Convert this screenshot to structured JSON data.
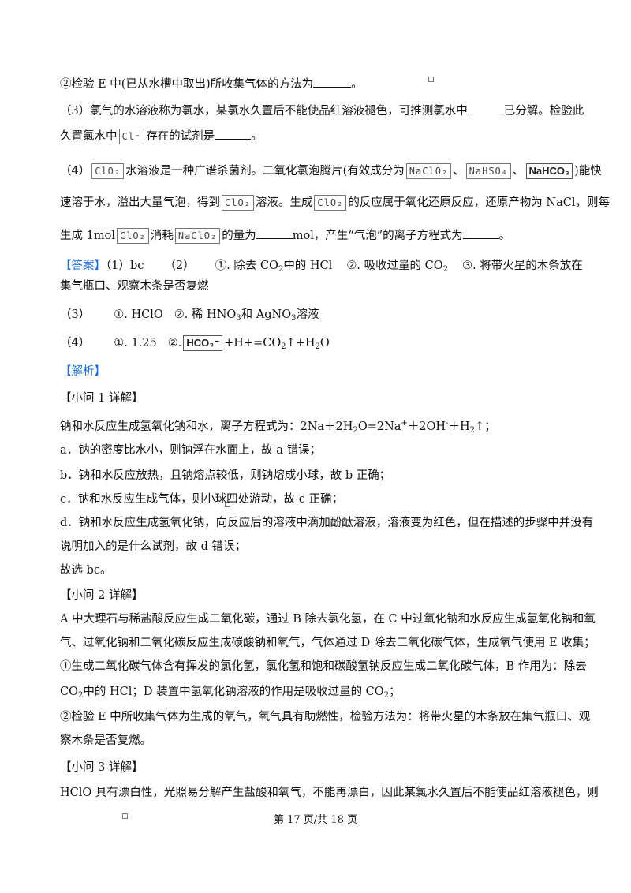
{
  "lines": {
    "l1": "②检验 E 中(已从水槽中取出)所收集气体的方法为",
    "l1_end": "。",
    "l2a": "（3）氯气的水溶液称为氯水，某氯水久置后不能使品红溶液褪色，可推测氯水中",
    "l2b": "已分解。检验此",
    "l3a": "久置氯水中",
    "l3b": "存在的试剂是",
    "l3c": "。",
    "l4a": "（4）",
    "l4b": "水溶液是一种广谱杀菌剂。二氧化氯泡腾片(有效成分为",
    "l4c": "、",
    "l4d": "、",
    "l4e": ")能快",
    "l5a": "速溶于水，溢出大量气泡，得到",
    "l5b": "溶液。生成",
    "l5c": "的反应属于氧化还原反应，还原产物为 NaCl，则每",
    "l6a": "生成 1mol",
    "l6b": "消耗",
    "l6c": "的量为",
    "l6d": "mol，产生“气泡”的离子方程式为",
    "l6e": "。"
  },
  "chem": {
    "cl_ion": "Cl⁻",
    "clo2": "ClO₂",
    "naclo2": "NaClO₂",
    "nahso4": "NaHSO₄",
    "nahco3": "NaHCO₃",
    "hco3": "HCO₃⁻"
  },
  "answer": {
    "label": "【答案】",
    "a1": "（1）bc",
    "a2": "（2）",
    "a2_1": "①. 除去 CO",
    "a2_1b": "中的 HCl",
    "a2_2": "②. 吸收过量的 CO",
    "a2_3": "③. 将带火星的木条放在",
    "a2_cont": "集气瓶口、观察木条是否复燃",
    "a3": "（3）",
    "a3_1": "①. HClO",
    "a3_2": "②. 稀 HNO",
    "a3_2b": "和 AgNO",
    "a3_2c": "溶液",
    "a4": "（4）",
    "a4_1": "①. 1.25",
    "a4_2": "②.",
    "a4_eq": "+H+=CO",
    "a4_eq2": "↑+H",
    "a4_eq3": "O"
  },
  "analysis": {
    "label": "【解析】",
    "q1_title": "【小问 1 详解】",
    "q1_eq": "钠和水反应生成氢氧化钠和水，离子方程式为：2Na＋2H",
    "q1_eq2": "O=2Na",
    "q1_eq3": "＋2OH",
    "q1_eq4": "＋H",
    "q1_eq5": "↑；",
    "q1_a": "a．钠的密度比水小，则钠浮在水面上，故 a 错误；",
    "q1_b": "b．钠和水反应放热，且钠熔点较低，则钠熔成小球，故 b 正确；",
    "q1_c": "c．钠和水反应生成气体，则小球四处游动，故 c 正确；",
    "q1_d1": "d．钠和水反应生成氢氧化钠，向反应后的溶液中滴加酚酞溶液，溶液变为红色，但在描述的步骤中并没有",
    "q1_d2": "说明加入的是什么试剂，故 d 错误；",
    "q1_sel": "故选 bc。",
    "q2_title": "【小问 2 详解】",
    "q2_p1a": "A 中大理石与稀盐酸反应生成二氧化碳，通过 B 除去氯化氢，在 C 中过氧化钠和水反应生成氢氧化钠和氧",
    "q2_p1b": "气、过氧化钠和二氧化碳反应生成碳酸钠和氧气，气体通过 D 除去二氧化碳气体，生成氧气使用 E 收集；",
    "q2_p2a": "①生成二氧化碳气体含有挥发的氯化氢，氯化氢和饱和碳酸氢钠反应生成二氧化碳气体，B 作用为：除去",
    "q2_p2b": "CO",
    "q2_p2c": "中的 HCl；D 装置中氢氧化钠溶液的作用是吸收过量的 CO",
    "q2_p2d": "；",
    "q2_p3a": "②检验 E 中所收集气体为生成的氧气，氧气具有助燃性，检验方法为：将带火星的木条放在集气瓶口、观",
    "q2_p3b": "察木条是否复燃。",
    "q3_title": "【小问 3 详解】",
    "q3_p1": "HClO 具有漂白性，光照易分解产生盐酸和氧气，不能再漂白，因此某氯水久置后不能使品红溶液褪色，则"
  },
  "footer": "第 17 页/共 18 页",
  "sub2": "2",
  "sub3": "3",
  "sup_plus": "+",
  "sup_minus": "-"
}
